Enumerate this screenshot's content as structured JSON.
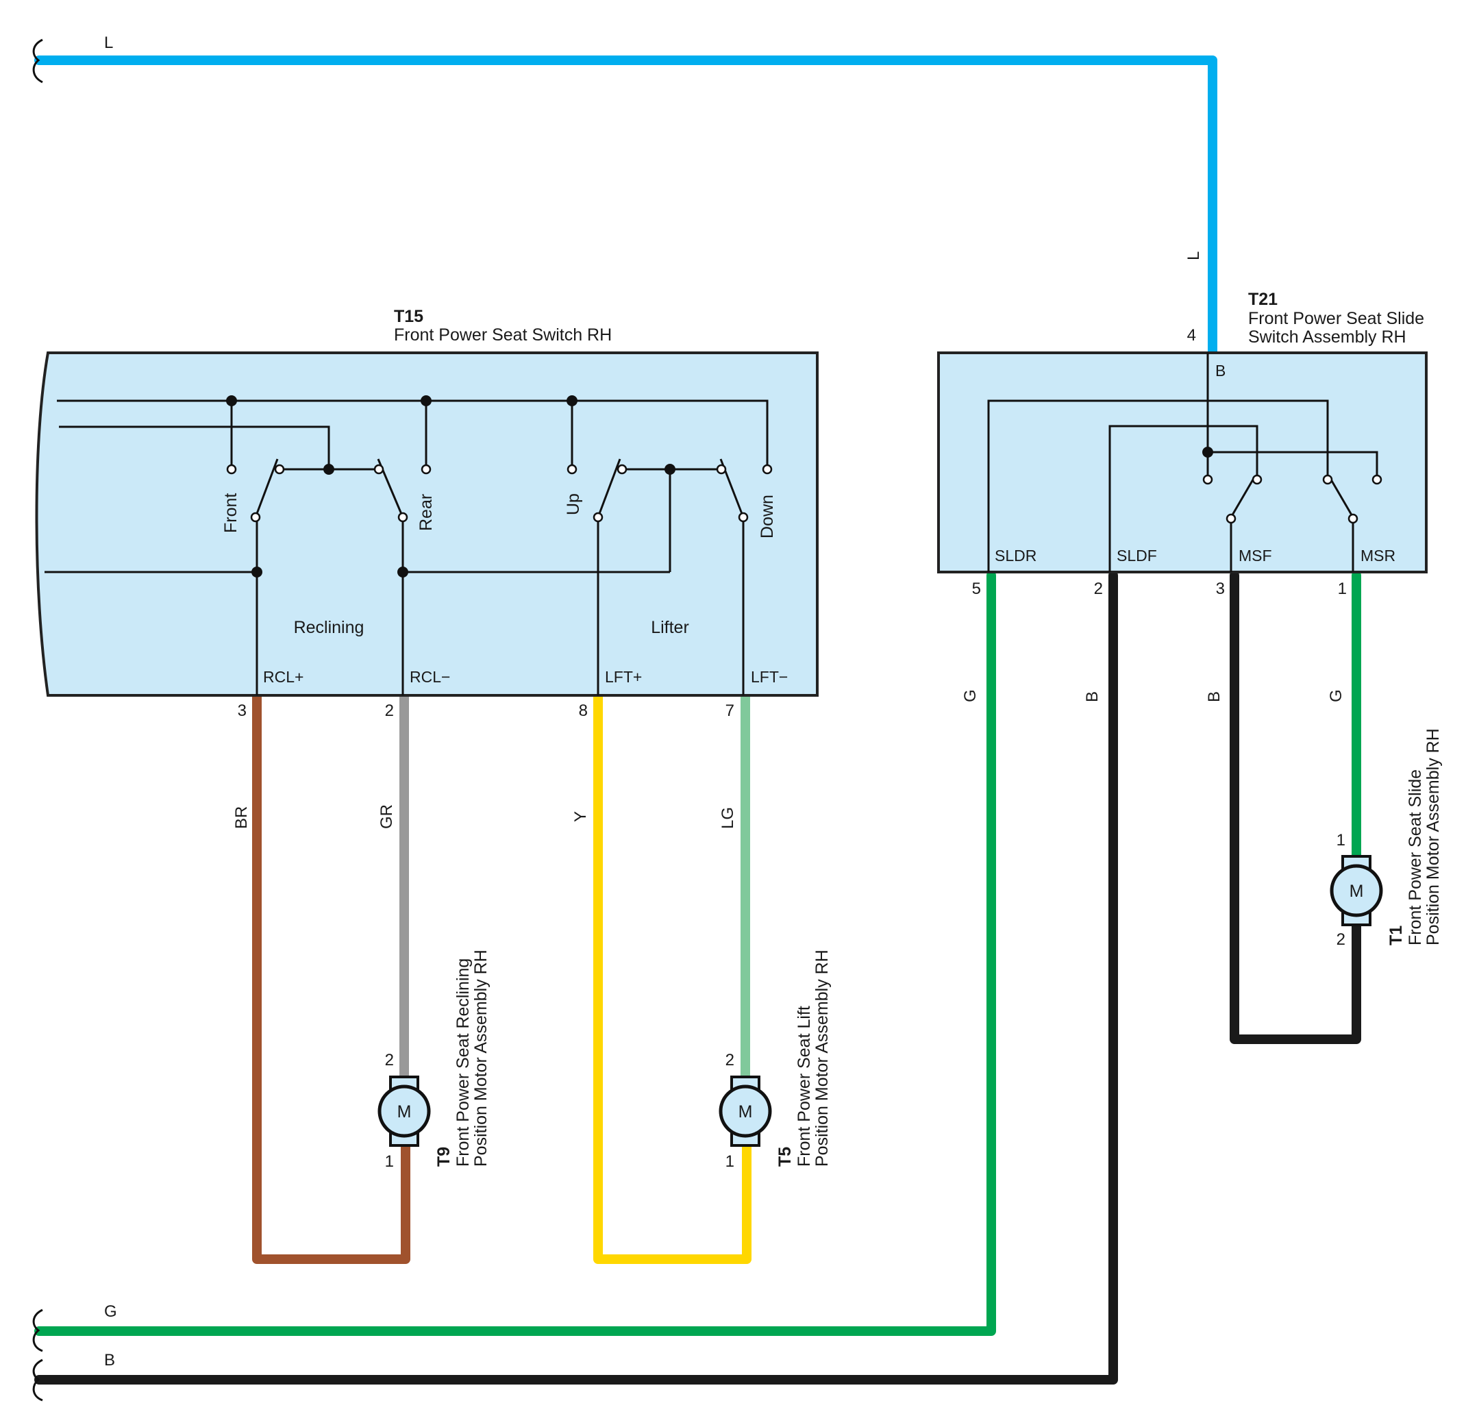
{
  "wire_colors": {
    "L": "#00aeef",
    "G": "#00a651",
    "B": "#1a1a1a",
    "BR": "#a0522d",
    "GR": "#999999",
    "Y": "#ffd700",
    "LG": "#80c99b"
  },
  "box_fill": "#cbe9f8",
  "wires": {
    "top": "L",
    "t21_in": "L",
    "bottom_g": "G",
    "bottom_b": "B",
    "sldr": "G",
    "sldf": "B",
    "msf": "B",
    "msr": "G",
    "rcl_plus": "BR",
    "rcl_minus": "GR",
    "lft_plus": "Y",
    "lft_minus": "LG"
  },
  "t15": {
    "id": "T15",
    "name": "Front Power Seat Switch RH",
    "switches": {
      "front": "Front",
      "rear": "Rear",
      "up": "Up",
      "down": "Down"
    },
    "groups": {
      "reclining": "Reclining",
      "lifter": "Lifter"
    },
    "terminals": {
      "rcl_plus": "RCL+",
      "rcl_minus": "RCL−",
      "lft_plus": "LFT+",
      "lft_minus": "LFT−"
    },
    "pins": {
      "rcl_plus": "3",
      "rcl_minus": "2",
      "lft_plus": "8",
      "lft_minus": "7"
    }
  },
  "t21": {
    "id": "T21",
    "name_line1": "Front Power Seat Slide",
    "name_line2": "Switch Assembly RH",
    "input_pin": "4",
    "input_terminal": "B",
    "terminals": {
      "sldr": "SLDR",
      "sldf": "SLDF",
      "msf": "MSF",
      "msr": "MSR"
    },
    "pins": {
      "sldr": "5",
      "sldf": "2",
      "msf": "3",
      "msr": "1"
    }
  },
  "motors": {
    "t9": {
      "id": "T9",
      "line1": "Front Power Seat Reclining",
      "line2": "Position Motor Assembly RH",
      "pin_top": "2",
      "pin_bottom": "1",
      "symbol": "M"
    },
    "t5": {
      "id": "T5",
      "line1": "Front Power Seat Lift",
      "line2": "Position Motor Assembly RH",
      "pin_top": "2",
      "pin_bottom": "1",
      "symbol": "M"
    },
    "t1": {
      "id": "T1",
      "line1": "Front Power Seat Slide",
      "line2": "Position Motor Assembly RH",
      "pin_top": "1",
      "pin_bottom": "2",
      "symbol": "M"
    }
  }
}
